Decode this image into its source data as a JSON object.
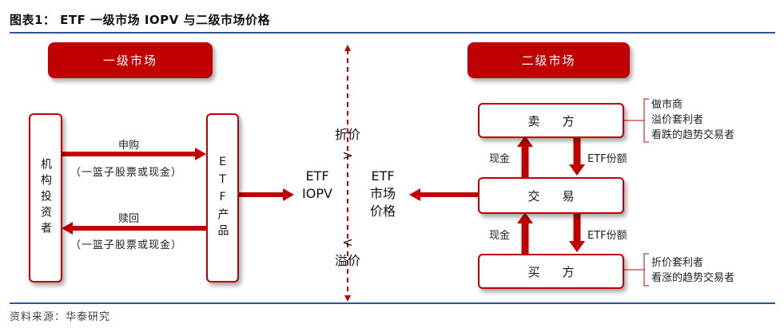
{
  "title": "图表1：  ETF 一级市场 IOPV 与二级市场价格",
  "source": "资料来源：华泰研究",
  "primary_market": {
    "banner": "一级市场",
    "institution": "机构投资者",
    "etf_product": "ETF产品",
    "subscribe_label": "申购",
    "subscribe_note": "（一篮子股票或现金）",
    "redeem_label": "赎回",
    "redeem_note": "（一篮子股票或现金）",
    "iopv_line1": "ETF",
    "iopv_line2": "IOPV"
  },
  "comparison": {
    "discount": "折价",
    "discount_symbol": ">",
    "premium": "溢价",
    "premium_symbol": "<"
  },
  "secondary_market": {
    "banner": "二级市场",
    "price_line1": "ETF",
    "price_line2": "市场",
    "price_line3": "价格",
    "sell": "卖方",
    "trade": "交易",
    "buy": "买方",
    "cash_top": "现金",
    "etf_share_top": "ETF份额",
    "cash_bottom": "现金",
    "etf_share_bottom": "ETF份额",
    "seller_notes": [
      "做市商",
      "溢价套利者",
      "看跌的趋势交易者"
    ],
    "buyer_notes": [
      "折价套利者",
      "看涨的趋势交易者"
    ]
  },
  "colors": {
    "accent": "#c00000",
    "rule": "#2f5597"
  }
}
